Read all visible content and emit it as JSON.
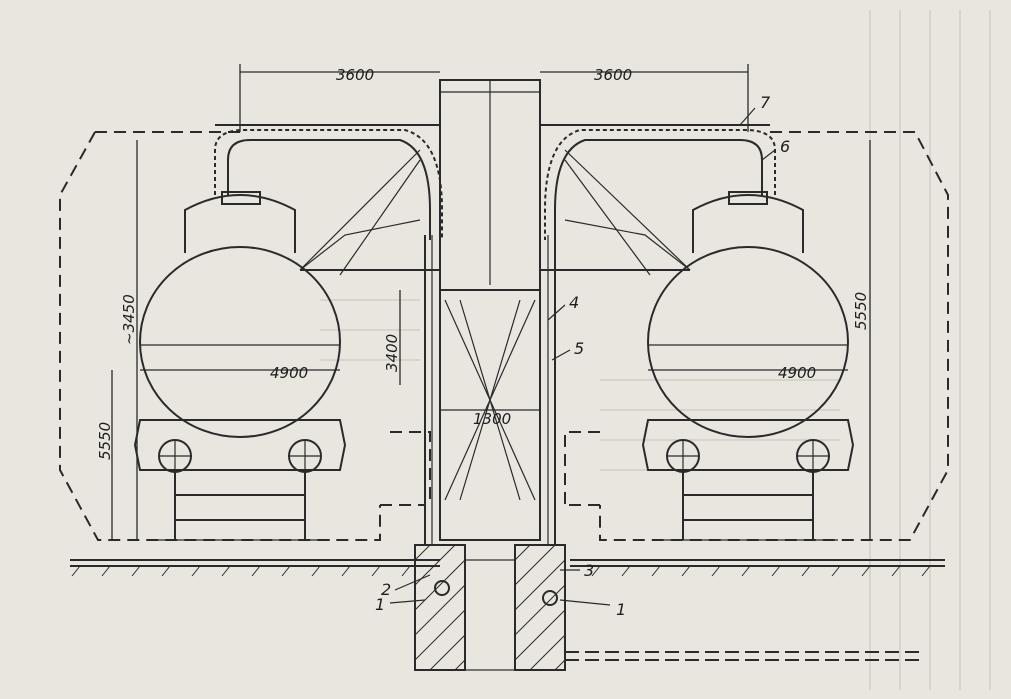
{
  "dimensions": {
    "span_left": "3600",
    "span_right": "3600",
    "tank_height_left": "~3450",
    "tank_height_right": "5550",
    "overall_height_left": "5550",
    "tank_width_left": "4900",
    "tank_width_right": "4900",
    "column_height": "3400",
    "column_width": "1300"
  },
  "callouts": [
    "1",
    "1",
    "2",
    "3",
    "4",
    "5",
    "6",
    "7"
  ],
  "colors": {
    "paper": "#e9e6df",
    "ink": "#2a2a2a",
    "bleed_through": "#9b9690"
  }
}
